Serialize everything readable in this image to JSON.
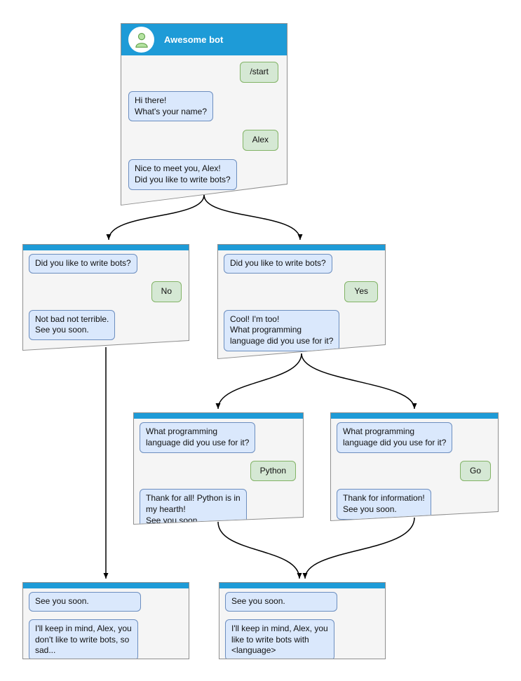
{
  "colors": {
    "header_blue": "#1e9bd7",
    "node_background": "#f5f5f5",
    "node_border": "#8f8f8f",
    "bot_bubble_bg": "#dae8fc",
    "bot_bubble_border": "#6c8ebf",
    "user_bubble_bg": "#d5e8d4",
    "user_bubble_border": "#82b366",
    "avatar_green": "#b5e3a1",
    "connector": "#000000"
  },
  "root": {
    "title": "Awesome bot",
    "messages": {
      "start": "/start",
      "ask_name": "Hi there!\nWhat's your name?",
      "name": "Alex",
      "ask_bots": "Nice to meet you, Alex!\nDid you like to write bots?"
    }
  },
  "no_node": {
    "question": "Did you like to write bots?",
    "answer": "No",
    "reply": "Not bad not terrible.\nSee you soon."
  },
  "yes_node": {
    "question": "Did you like to write bots?",
    "answer": "Yes",
    "reply": "Cool! I'm too!\nWhat programming\nlanguage did you use for it?"
  },
  "python_node": {
    "question": "What programming\nlanguage did you use for it?",
    "answer": "Python",
    "reply": "Thank for all! Python is in\nmy hearth!\nSee you soon."
  },
  "go_node": {
    "question": "What programming\nlanguage did you use for it?",
    "answer": "Go",
    "reply": "Thank for information!\nSee you soon."
  },
  "end_no_node": {
    "question": "See you soon.",
    "reply": "I'll keep in mind, Alex, you\ndon't like to write bots, so\nsad..."
  },
  "end_yes_node": {
    "question": "See you soon.",
    "reply": "I'll keep in mind, Alex, you\nlike to write bots with\n<language>"
  },
  "connectors": [
    {
      "from": "root",
      "to": "no-branch"
    },
    {
      "from": "root",
      "to": "yes-branch"
    },
    {
      "from": "no-branch",
      "to": "end-no"
    },
    {
      "from": "yes-branch",
      "to": "python-branch"
    },
    {
      "from": "yes-branch",
      "to": "go-branch"
    },
    {
      "from": "python-branch",
      "to": "end-language"
    },
    {
      "from": "go-branch",
      "to": "end-language"
    }
  ]
}
